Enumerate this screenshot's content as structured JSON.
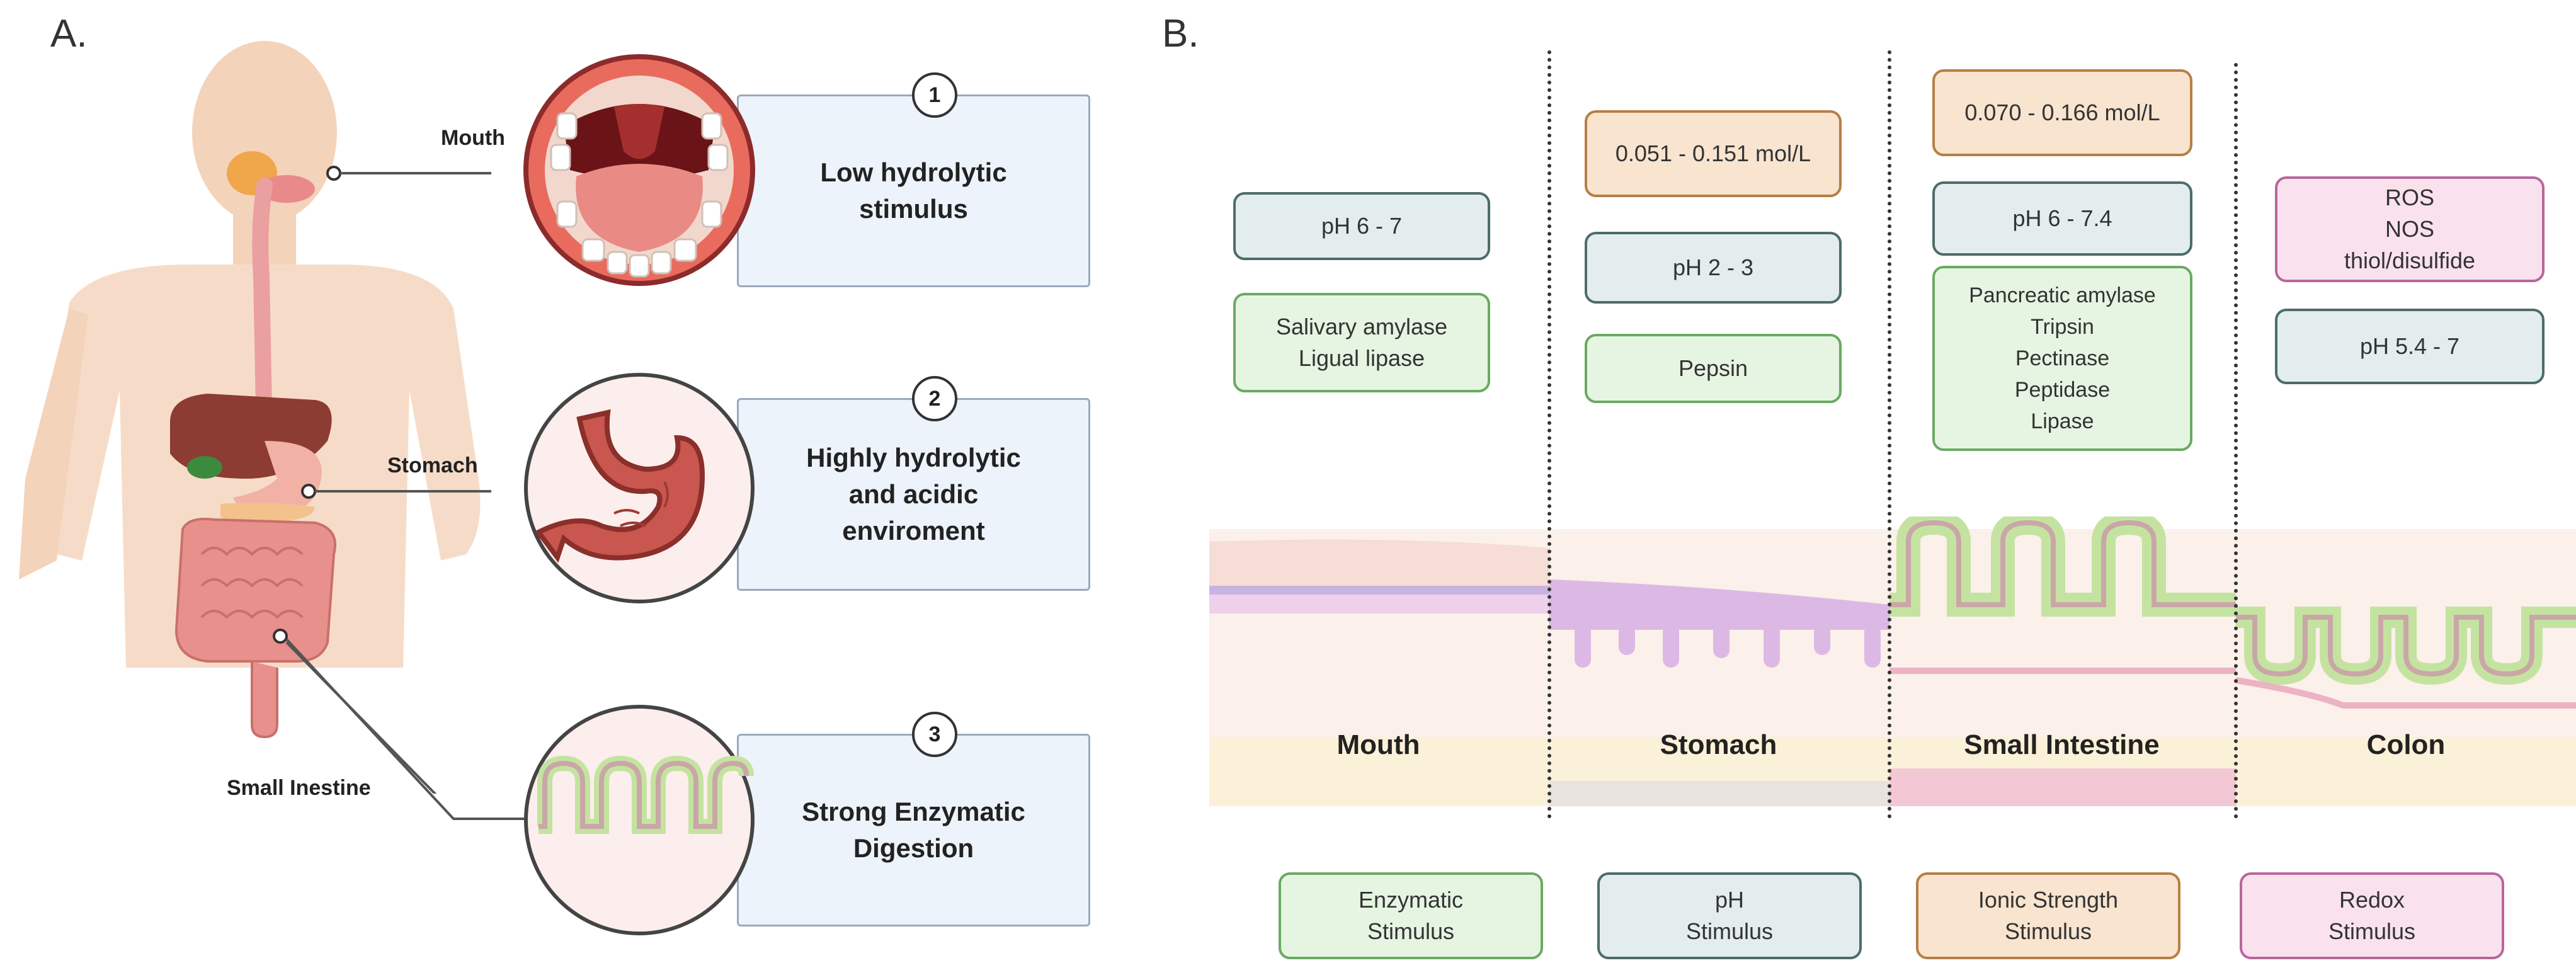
{
  "panel_a": {
    "letter": "A.",
    "organs": {
      "mouth": "Mouth",
      "stomach": "Stomach",
      "small_intestine": "Small Inestine"
    },
    "steps": [
      {
        "number": "1",
        "text": "Low hydrolytic\nstimulus"
      },
      {
        "number": "2",
        "text": "Highly hydrolytic\nand acidic\nenviroment"
      },
      {
        "number": "3",
        "text": "Strong Enzymatic\nDigestion"
      }
    ]
  },
  "panel_b": {
    "letter": "B.",
    "regions": [
      "Mouth",
      "Stomach",
      "Small Intestine",
      "Colon"
    ],
    "mouth": {
      "ph": "pH 6 - 7",
      "enzymes": "Salivary amylase\nLigual lipase"
    },
    "stomach": {
      "ionic": "0.051 - 0.151 mol/L",
      "ph": "pH 2 - 3",
      "enzymes": "Pepsin"
    },
    "small_intestine": {
      "ionic": "0.070 - 0.166 mol/L",
      "ph": "pH 6 - 7.4",
      "enzymes": "Pancreatic amylase\nTripsin\nPectinase\nPeptidase\nLipase"
    },
    "colon": {
      "redox": "ROS\nNOS\nthiol/disulfide",
      "ph": "pH 5.4 - 7"
    },
    "legend": {
      "enzymatic": "Enzymatic\nStimulus",
      "ph": "pH\nStimulus",
      "ionic": "Ionic Strength\nStimulus",
      "redox": "Redox\nStimulus"
    }
  },
  "colors": {
    "enzymatic_border": "#6aaa62",
    "ph_border": "#4d6c6a",
    "ionic_border": "#b67f45",
    "redox_border": "#b8679a",
    "info_box_fill": "#edf3fa",
    "skin": "#f4cfb3",
    "mucosa_green": "#c9e6a8",
    "stomach_purple": "#dcb9e4"
  }
}
